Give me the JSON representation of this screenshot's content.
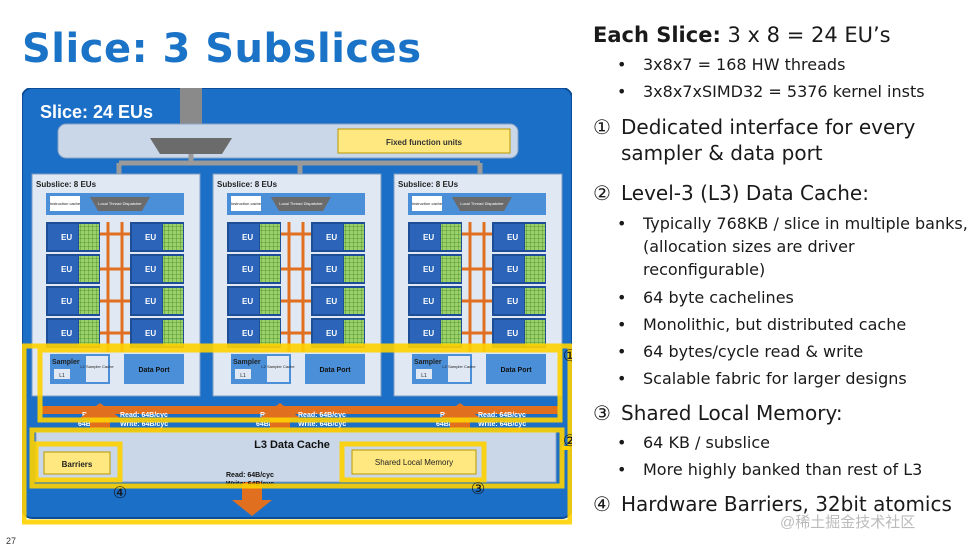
{
  "title": "Slice:  3 Subslices",
  "page_number": "27",
  "watermark": "@稀土掘金技术社区",
  "diagram": {
    "slice_label": "Slice: 24 EUs",
    "fixed_function": "Fixed function units",
    "subslice_label": "Subslice: 8 EUs",
    "instruction_cache": "Instruction cache",
    "local_thread_dispatcher": "Local Thread Dispatcher",
    "eu_label": "EU",
    "sampler": "Sampler",
    "l1": "L1",
    "l2_sampler_cache": "L2 Sampler Cache",
    "data_port": "Data Port",
    "read_left": "Read:",
    "read_left2": "64B/cyc",
    "read_right": "Read: 64B/cyc",
    "write_right": "Write: 64B/cyc",
    "l3_cache": "L3 Data Cache",
    "barriers": "Barriers",
    "shared_local_memory": "Shared Local Memory",
    "bottom_read": "Read: 64B/cyc",
    "bottom_write": "Write: 64B/cyc",
    "marker1": "①",
    "marker2": "②",
    "marker3": "③",
    "marker4": "④"
  },
  "right": {
    "heading_bold": "Each Slice:",
    "heading_rest": " 3 x 8 = 24 EU’s",
    "heading_bullets": [
      "3x8x7 = 168 HW threads",
      "3x8x7xSIMD32 = 5376 kernel insts"
    ],
    "sections": [
      {
        "num": "①",
        "text": "Dedicated interface for every sampler & data port",
        "bullets": []
      },
      {
        "num": "②",
        "text": "Level-3 (L3) Data Cache:",
        "bullets": [
          "Typically 768KB / slice in multiple banks, (allocation sizes are driver reconfigurable)",
          "64 byte cachelines",
          "Monolithic, but distributed cache",
          "64 bytes/cycle read & write",
          "Scalable fabric for larger designs"
        ]
      },
      {
        "num": "③",
        "text": "Shared Local Memory:",
        "bullets": [
          "64 KB / subslice",
          "More highly banked than rest of L3"
        ]
      },
      {
        "num": "④",
        "text": "Hardware Barriers, 32bit atomics",
        "bullets": []
      }
    ]
  },
  "colors": {
    "title_blue": "#1a73c6",
    "slice_blue": "#1b6fc7",
    "orange": "#e07020",
    "yellow": "#ffd200"
  }
}
